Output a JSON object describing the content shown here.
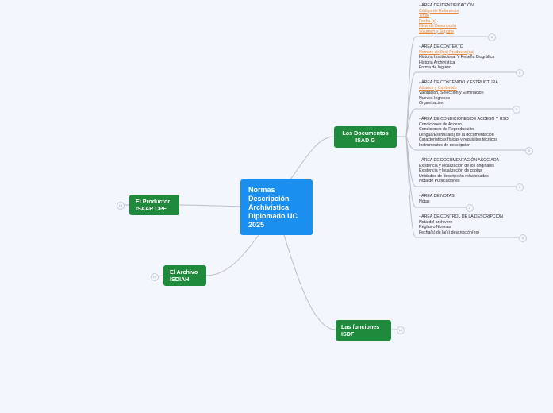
{
  "central": {
    "title": "Normas Descripción Archivística Diplomado UC 2025"
  },
  "topics": {
    "documentos": {
      "line1": "Los Documentos",
      "line2": "ISAD G"
    },
    "productor": {
      "line1": "El Productor",
      "line2": "ISAAR CPF"
    },
    "archivo": {
      "line1": "El Archivo",
      "line2": "ISDIAH"
    },
    "funciones": {
      "line1": "Las  funciones",
      "line2": "ISDF"
    }
  },
  "groups": [
    {
      "lines": [
        {
          "text": "- ÁREA DE IDENTIFICACIÓN",
          "style": "normal"
        },
        {
          "text": "Código de Referencia",
          "style": "orange"
        },
        {
          "text": "Título",
          "style": "orange"
        },
        {
          "text": "Fecha (s)",
          "style": "orange"
        },
        {
          "text": "Nivel de Descripción",
          "style": "orange"
        },
        {
          "text": "Volumen y Soporte",
          "style": "orange"
        }
      ]
    },
    {
      "lines": [
        {
          "text": "- ÁREA DE CONTEXTO",
          "style": "normal"
        },
        {
          "text": "Nombre del(los) Productor(es)",
          "style": "orange"
        },
        {
          "text": "Historia Institucional Y Reseña Biográfica",
          "style": "normal"
        },
        {
          "text": "Historia Archivística",
          "style": "normal"
        },
        {
          "text": "Forma de Ingreso",
          "style": "normal"
        }
      ]
    },
    {
      "lines": [
        {
          "text": "- ÁREA DE CONTENIDO Y ESTRUCTURA",
          "style": "normal"
        },
        {
          "text": "Alcance y Contenido",
          "style": "orange"
        },
        {
          "text": "Valoración, Selección y Eliminación",
          "style": "normal"
        },
        {
          "text": "Nuevos Ingresos",
          "style": "normal"
        },
        {
          "text": "Organización",
          "style": "normal"
        }
      ]
    },
    {
      "lines": [
        {
          "text": "- ÁREA DE CONDICIONES DE ACCESO Y USO",
          "style": "normal"
        },
        {
          "text": "Condiciones de Acceso",
          "style": "normal"
        },
        {
          "text": "Condiciones de Reproducción",
          "style": "normal"
        },
        {
          "text": "Lengua/Escritura(s) de la documentación",
          "style": "normal"
        },
        {
          "text": "Características físicas y requisitos técnicos",
          "style": "normal"
        },
        {
          "text": "Instrumentos de descripción",
          "style": "normal"
        }
      ]
    },
    {
      "lines": [
        {
          "text": "- ÁREA DE DOCUMENTACIÓN ASOCIADA",
          "style": "normal"
        },
        {
          "text": "Existencia y localización de los originales",
          "style": "normal"
        },
        {
          "text": "Existencia y localización de copias",
          "style": "normal"
        },
        {
          "text": "Unidades de descripción relacionadas",
          "style": "normal"
        },
        {
          "text": "Nota de Publicaciones",
          "style": "normal"
        }
      ]
    },
    {
      "lines": [
        {
          "text": "- ÁREA DE NOTAS",
          "style": "normal"
        },
        {
          "text": "Notas",
          "style": "normal"
        }
      ]
    },
    {
      "lines": [
        {
          "text": "- ÁREA DE CONTROL DE LA DESCRIPCIÓN",
          "style": "normal"
        },
        {
          "text": "Nota del archivero",
          "style": "normal"
        },
        {
          "text": "Reglas o Normas",
          "style": "normal"
        },
        {
          "text": "Fecha(s) de la(s) descripción(es)",
          "style": "normal"
        }
      ]
    }
  ],
  "badges": {
    "g1": "6",
    "g2": "5",
    "g3": "5",
    "g4": "6",
    "g5": "5",
    "g6": "2",
    "g7": "4",
    "productor": "15",
    "archivo": "16",
    "funciones": "16"
  },
  "colors": {
    "central": "#1a8ff0",
    "topic": "#1f8a3b",
    "link": "#b9bec8",
    "highlight": "#e8893a",
    "background": "#f3f6fd"
  }
}
